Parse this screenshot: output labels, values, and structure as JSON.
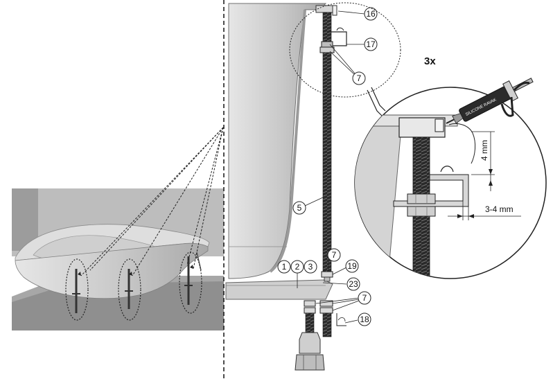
{
  "multiplier": "3x",
  "dimensions": {
    "vertical_gap": "4 mm",
    "horizontal_gap": "3-4 mm"
  },
  "sealant_label": "SILICONE RAVAK",
  "callouts": {
    "c16": "16",
    "c17": "17",
    "c7_top": "7",
    "c5": "5",
    "c7_mid": "7",
    "c1": "1",
    "c2": "2",
    "c3": "3",
    "c19": "19",
    "c23": "23",
    "c7_low": "7",
    "c18": "18"
  }
}
